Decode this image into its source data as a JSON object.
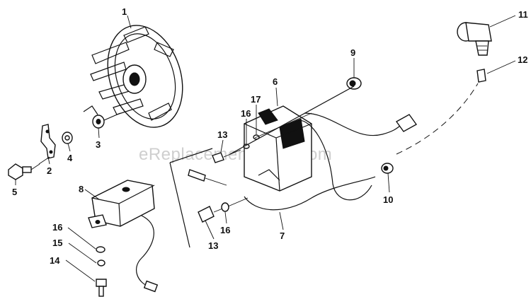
{
  "watermark": "eReplacementParts.com",
  "callouts": [
    {
      "id": "c1",
      "label": "1"
    },
    {
      "id": "c2",
      "label": "2"
    },
    {
      "id": "c3",
      "label": "3"
    },
    {
      "id": "c4",
      "label": "4"
    },
    {
      "id": "c5",
      "label": "5"
    },
    {
      "id": "c6",
      "label": "6"
    },
    {
      "id": "c7",
      "label": "7"
    },
    {
      "id": "c8",
      "label": "8"
    },
    {
      "id": "c9",
      "label": "9"
    },
    {
      "id": "c10",
      "label": "10"
    },
    {
      "id": "c11",
      "label": "11"
    },
    {
      "id": "c12",
      "label": "12"
    },
    {
      "id": "c13a",
      "label": "13"
    },
    {
      "id": "c13b",
      "label": "13"
    },
    {
      "id": "c14",
      "label": "14"
    },
    {
      "id": "c15",
      "label": "15"
    },
    {
      "id": "c16a",
      "label": "16"
    },
    {
      "id": "c16b",
      "label": "16"
    },
    {
      "id": "c16c",
      "label": "16"
    },
    {
      "id": "c17",
      "label": "17"
    }
  ]
}
